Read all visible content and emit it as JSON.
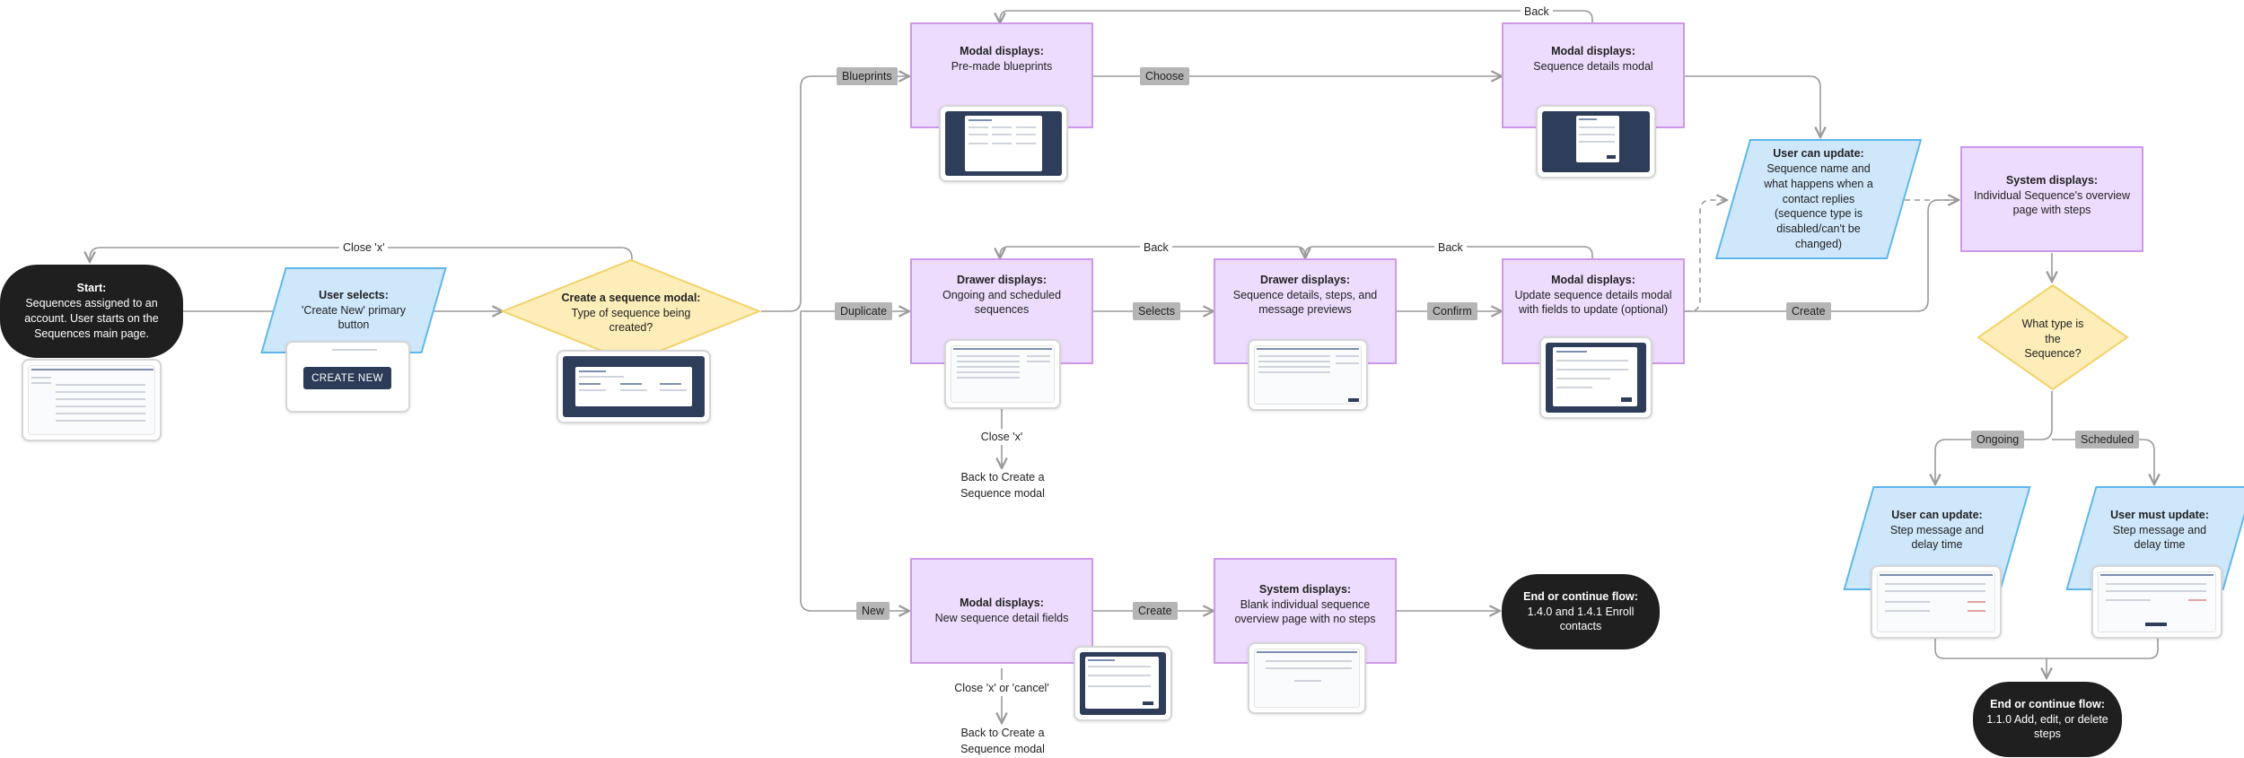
{
  "nodes": {
    "start": {
      "title": "Start:",
      "body": "Sequences assigned to an account. User starts on the Sequences main page."
    },
    "user_selects": {
      "title": "User selects:",
      "body": "'Create New' primary button"
    },
    "create_modal": {
      "title": "Create a sequence modal:",
      "body": "Type of sequence being created?"
    },
    "blueprints_modal": {
      "title": "Modal displays:",
      "body": "Pre-made blueprints"
    },
    "details_modal": {
      "title": "Modal displays:",
      "body": "Sequence details modal"
    },
    "drawer_scheduled": {
      "title": "Drawer displays:",
      "body": "Ongoing and scheduled sequences"
    },
    "drawer_details": {
      "title": "Drawer displays:",
      "body": "Sequence details, steps, and message previews"
    },
    "update_modal": {
      "title": "Modal displays:",
      "body": "Update sequence details modal with fields to update (optional)"
    },
    "user_can_update_name": {
      "title": "User can update:",
      "body": "Sequence name and what happens when a contact replies (sequence type is disabled/can't be changed)"
    },
    "system_overview": {
      "title": "System displays:",
      "body": "Individual Sequence's overview page with steps"
    },
    "what_type": {
      "title": "",
      "body": "What type is the Sequence?"
    },
    "user_can_update_step": {
      "title": "User can update:",
      "body": "Step message and delay time"
    },
    "user_must_update_step": {
      "title": "User must update:",
      "body": "Step message and delay time"
    },
    "end_steps": {
      "title": "End or continue flow:",
      "body": "1.1.0 Add, edit, or delete steps"
    },
    "new_modal": {
      "title": "Modal displays:",
      "body": "New sequence detail fields"
    },
    "system_blank": {
      "title": "System displays:",
      "body": "Blank individual sequence overview page with no steps"
    },
    "end_enroll": {
      "title": "End or continue flow:",
      "body": "1.4.0 and 1.4.1 Enroll contacts"
    }
  },
  "edge_labels": {
    "close_x_top": "Close 'x'",
    "blueprints": "Blueprints",
    "duplicate": "Duplicate",
    "new": "New",
    "choose": "Choose",
    "back_top": "Back",
    "selects": "Selects",
    "confirm": "Confirm",
    "back_mid_left": "Back",
    "back_mid_right": "Back",
    "create_mid": "Create",
    "create_bottom": "Create",
    "ongoing": "Ongoing",
    "scheduled": "Scheduled"
  },
  "text_nodes": {
    "close_x_drawer": "Close 'x'",
    "back_create_1": "Back to Create a Sequence modal",
    "close_x_cancel": "Close 'x' or 'cancel'",
    "back_create_2": "Back to Create a Sequence modal"
  },
  "screens": {
    "create_new_button": "CREATE NEW"
  },
  "colors": {
    "purple_fill": "#eddcfd",
    "purple_border": "#cd97ea",
    "blue_fill": "#cfe7fb",
    "blue_border": "#5cb6ec",
    "diamond_fill": "#fdedb8",
    "diamond_border": "#f3d268",
    "terminal_fill": "#1f1f1f",
    "label_fill": "#b5b5b5",
    "connector": "#9a9a9a"
  }
}
